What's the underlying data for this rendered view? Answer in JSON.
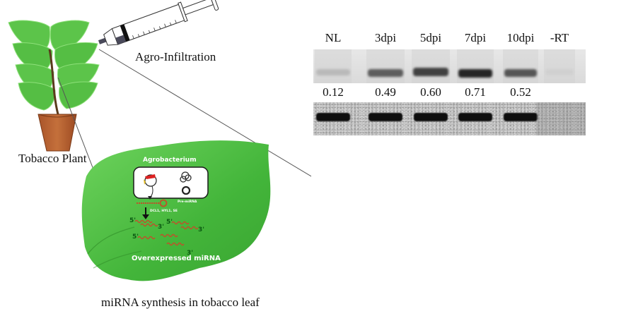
{
  "labels": {
    "agro_infiltration": "Agro-Infiltration",
    "tobacco_plant": "Tobacco Plant",
    "caption": "miRNA synthesis in tobacco leaf"
  },
  "leaf_inset": {
    "title": "Agrobacterium",
    "pre_mirna": "Pre-miRNA",
    "enzymes": "DCL1, HYL1, SE",
    "result": "Overexpressed miRNA",
    "five_prime": "5'",
    "three_prime": "3'"
  },
  "gel": {
    "lanes": [
      {
        "label": "NL",
        "quant": "0.12",
        "intensity": 0.12
      },
      {
        "label": "3dpi",
        "quant": "0.49",
        "intensity": 0.49
      },
      {
        "label": "5dpi",
        "quant": "0.60",
        "intensity": 0.6
      },
      {
        "label": "7dpi",
        "quant": "0.71",
        "intensity": 0.71
      },
      {
        "label": "10dpi",
        "quant": "0.52",
        "intensity": 0.52
      },
      {
        "label": "-RT",
        "quant": "",
        "intensity": 0.03
      }
    ],
    "loading_control_present": [
      true,
      true,
      true,
      true,
      true,
      false
    ]
  },
  "colors": {
    "leaf_green": "#43b53a",
    "leaf_light": "#6fcf5c",
    "pot_brown": "#b8622e",
    "mirna_red": "#c0502a",
    "text_green_dark": "#0b5a12"
  }
}
